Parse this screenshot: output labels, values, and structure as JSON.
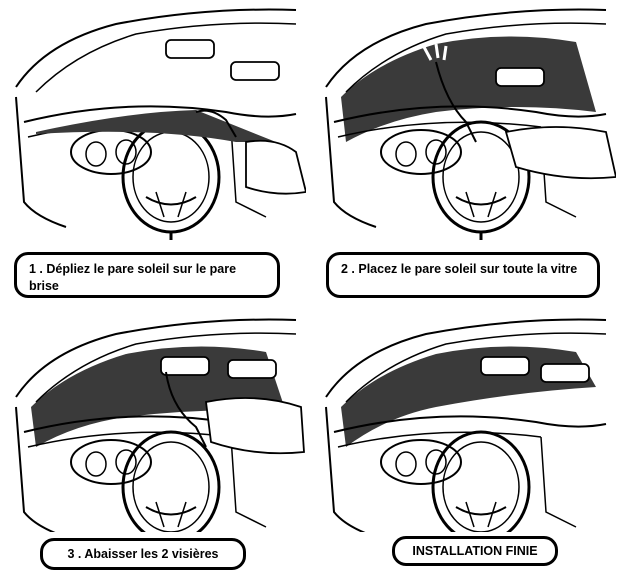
{
  "steps": [
    {
      "caption": "1 . Dépliez le pare soleil sur le pare brise"
    },
    {
      "caption": "2 . Placez le pare soleil sur toute la vitre"
    },
    {
      "caption": "3 . Abaisser les 2 visières"
    },
    {
      "caption": "INSTALLATION FINIE"
    }
  ],
  "colors": {
    "shade": "#3a3a3a",
    "line": "#000000",
    "background": "#ffffff"
  }
}
